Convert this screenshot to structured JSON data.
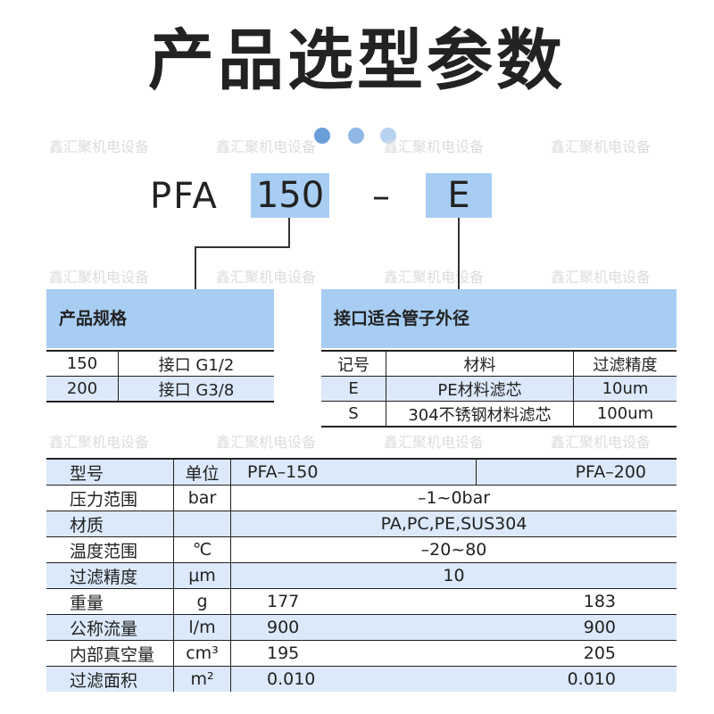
{
  "title": "产品选型参数",
  "watermark": "鑫汇聚机电设备",
  "dot_colors": [
    "#6a9ed6",
    "#8fb8e6",
    "#b8d3f1"
  ],
  "code": {
    "prefix": "PFA",
    "spec": "150",
    "dash": "–",
    "suffix": "E"
  },
  "spec_table": {
    "header": "产品规格",
    "rows": [
      [
        "150",
        "接口 G1/2"
      ],
      [
        "200",
        "接口 G3/8"
      ]
    ]
  },
  "interface_table": {
    "header": "接口适合管子外径",
    "columns": [
      "记号",
      "材料",
      "过滤精度"
    ],
    "rows": [
      [
        "E",
        "PE材料滤芯",
        "10um"
      ],
      [
        "S",
        "304不锈钢材料滤芯",
        "100um"
      ]
    ]
  },
  "param_table": {
    "columns": [
      "型号",
      "单位",
      "PFA–150",
      "PFA–200"
    ],
    "rows": [
      {
        "name": "压力范围",
        "unit": "bar",
        "value": "–1~0bar"
      },
      {
        "name": "材质",
        "unit": "",
        "value": "PA,PC,PE,SUS304"
      },
      {
        "name": "温度范围",
        "unit": "℃",
        "value": "–20~80"
      },
      {
        "name": "过滤精度",
        "unit": "μm",
        "value": "10"
      },
      {
        "name": "重量",
        "unit": "g",
        "v150": "177",
        "v200": "183"
      },
      {
        "name": "公称流量",
        "unit": "l/m",
        "v150": "900",
        "v200": "900"
      },
      {
        "name": "内部真空量",
        "unit": "cm³",
        "v150": "195",
        "v200": "205"
      },
      {
        "name": "过滤面积",
        "unit": "m²",
        "v150": "0.010",
        "v200": "0.010"
      }
    ]
  },
  "colors": {
    "accent": "#a8cdf3",
    "row_tint": "#dbe9fa",
    "text": "#222222"
  }
}
